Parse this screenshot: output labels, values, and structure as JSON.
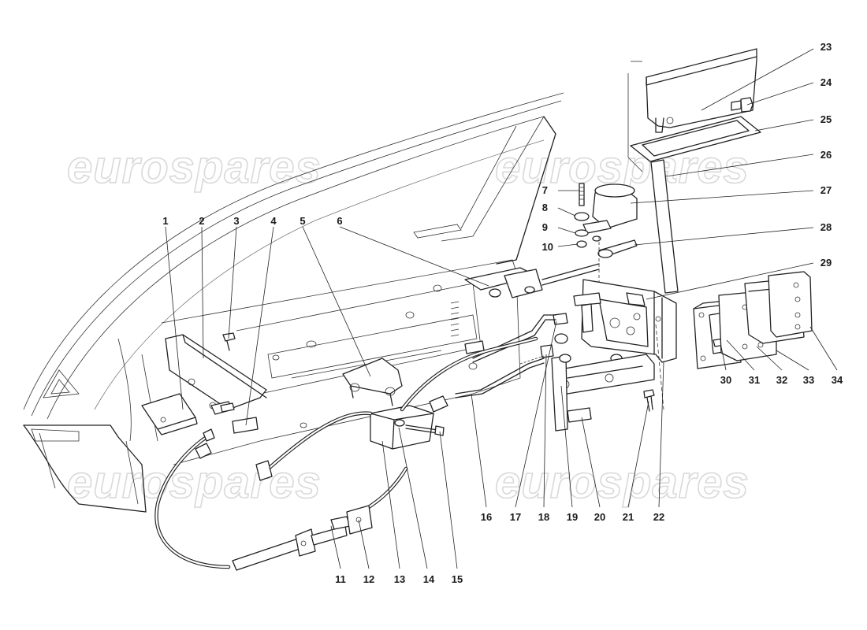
{
  "watermark": {
    "text": "eurospares"
  },
  "callouts": [
    {
      "id": "1",
      "label": "1"
    },
    {
      "id": "2",
      "label": "2"
    },
    {
      "id": "3",
      "label": "3"
    },
    {
      "id": "4",
      "label": "4"
    },
    {
      "id": "5",
      "label": "5"
    },
    {
      "id": "6",
      "label": "6"
    },
    {
      "id": "7",
      "label": "7"
    },
    {
      "id": "8",
      "label": "8"
    },
    {
      "id": "9",
      "label": "9"
    },
    {
      "id": "10",
      "label": "10"
    },
    {
      "id": "11",
      "label": "11"
    },
    {
      "id": "12",
      "label": "12"
    },
    {
      "id": "13",
      "label": "13"
    },
    {
      "id": "14",
      "label": "14"
    },
    {
      "id": "15",
      "label": "15"
    },
    {
      "id": "16",
      "label": "16"
    },
    {
      "id": "17",
      "label": "17"
    },
    {
      "id": "18",
      "label": "18"
    },
    {
      "id": "19",
      "label": "19"
    },
    {
      "id": "20",
      "label": "20"
    },
    {
      "id": "21",
      "label": "21"
    },
    {
      "id": "22",
      "label": "22"
    },
    {
      "id": "23",
      "label": "23"
    },
    {
      "id": "24",
      "label": "24"
    },
    {
      "id": "25",
      "label": "25"
    },
    {
      "id": "26",
      "label": "26"
    },
    {
      "id": "27",
      "label": "27"
    },
    {
      "id": "28",
      "label": "28"
    },
    {
      "id": "29",
      "label": "29"
    },
    {
      "id": "30",
      "label": "30"
    },
    {
      "id": "31",
      "label": "31"
    },
    {
      "id": "32",
      "label": "32"
    },
    {
      "id": "33",
      "label": "33"
    },
    {
      "id": "34",
      "label": "34"
    }
  ]
}
